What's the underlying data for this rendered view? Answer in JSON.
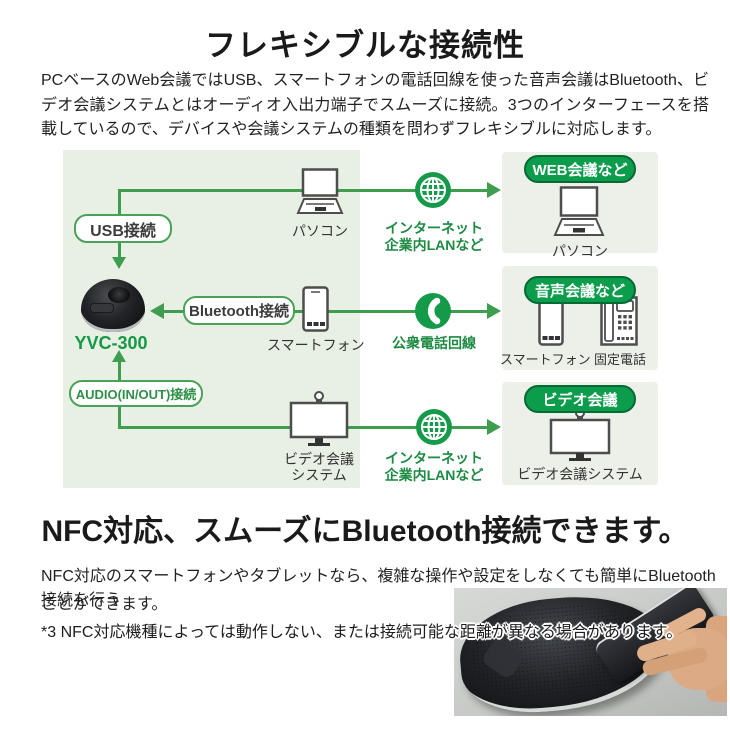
{
  "header": {
    "title": "フレキシブルな接続性",
    "intro": "PCベースのWeb会議ではUSB、スマートフォンの電話回線を使った音声会議はBluetooth、ビデオ会議システムとはオーディオ入出力端子でスムーズに接続。3つのインターフェースを搭載しているので、デバイスや会議システムの種類を問わずフレキシブルに対応します。"
  },
  "diagram": {
    "device_model": "YVC-300",
    "connections": {
      "usb": "USB接続",
      "bluetooth": "Bluetooth接続",
      "audio": "AUDIO(IN/OUT)接続"
    },
    "middle": {
      "pc": "パソコン",
      "smartphone": "スマートフォン",
      "videoconf_line1": "ビデオ会議",
      "videoconf_line2": "システム"
    },
    "networks": {
      "internet1_line1": "インターネット",
      "internet1_line2": "企業内LANなど",
      "phone_line": "公衆電話回線",
      "internet2_line1": "インターネット",
      "internet2_line2": "企業内LANなど"
    },
    "destinations": {
      "web": {
        "title": "WEB会議など",
        "device1": "パソコン"
      },
      "audio": {
        "title": "音声会議など",
        "device1": "スマートフォン",
        "device2": "固定電話"
      },
      "video": {
        "title": "ビデオ会議",
        "device1": "ビデオ会議システム"
      }
    },
    "colors": {
      "line_green": "#3f9d4f",
      "pill_border": "#4aa258",
      "dest_pill_bg": "#0b9c4c",
      "dest_pill_border": "#046a33",
      "panel_bg": "#e8efe3",
      "dest_box_bg": "#edefe9",
      "network_text": "#1d8a42",
      "model_text": "#149a47"
    }
  },
  "nfc": {
    "heading": "NFC対応、スムーズにBluetooth接続できます。",
    "body_line1": "NFC対応のスマートフォンやタブレットなら、複雑な操作や設定をしなくても簡単にBluetooth接続を行う",
    "body_line2": "ことができます。",
    "footnote": "*3 NFC対応機種によっては動作しない、または接続可能な距離が異なる場合があります。"
  }
}
